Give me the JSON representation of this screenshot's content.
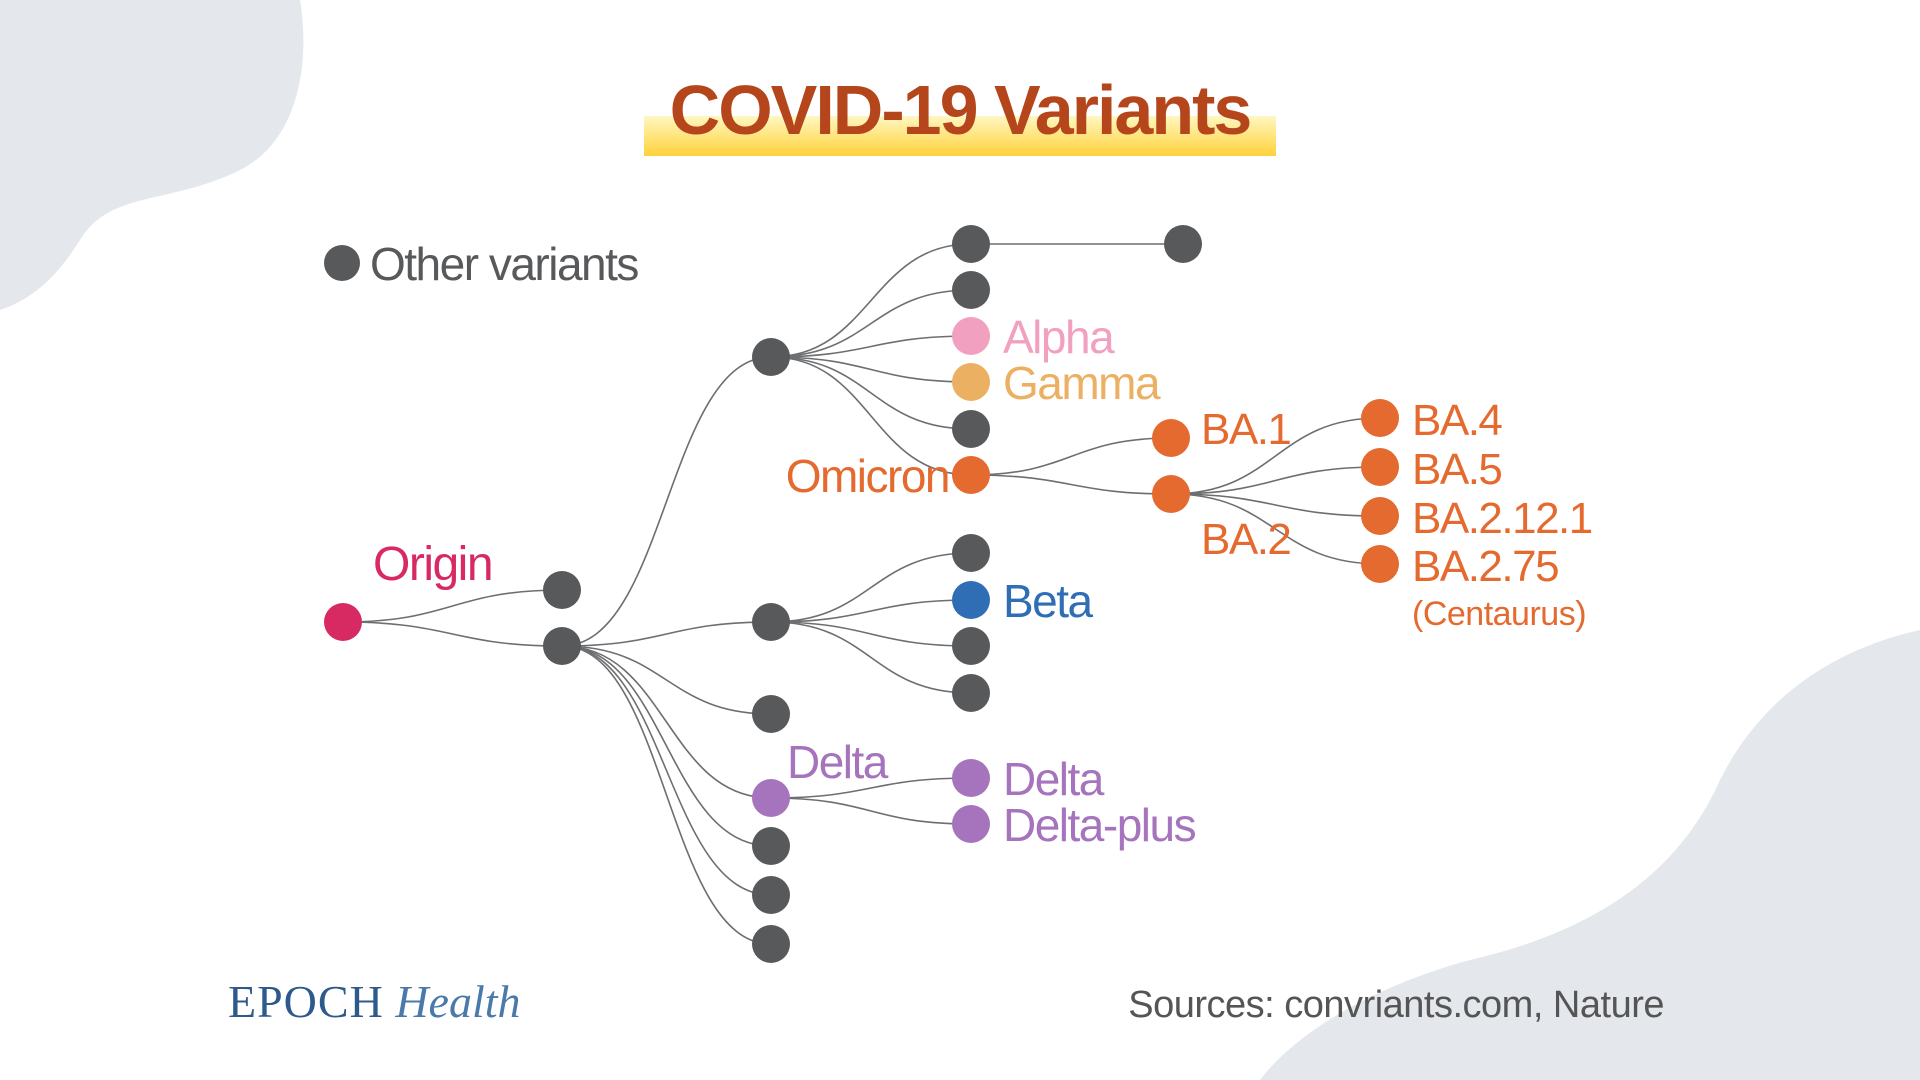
{
  "title": "COVID-19 Variants",
  "legend": {
    "label": "Other variants",
    "color": "#58595b"
  },
  "brand": {
    "part1": "EPOCH",
    "part2": "Health"
  },
  "sources": "Sources: convriants.com, Nature",
  "colors": {
    "other": "#58595b",
    "origin": "#d72a62",
    "alpha": "#f1a0c0",
    "gamma": "#ecb063",
    "omicron": "#e46a2f",
    "beta": "#2f6db5",
    "delta": "#a574bd",
    "edge": "#6d6e71",
    "background_shape": "#e4e7eb"
  },
  "nodes": [
    {
      "id": "origin",
      "color": "origin",
      "label": "Origin"
    },
    {
      "id": "n1",
      "color": "other"
    },
    {
      "id": "n2",
      "color": "other"
    },
    {
      "id": "n3",
      "color": "other"
    },
    {
      "id": "n4",
      "color": "other"
    },
    {
      "id": "n5",
      "color": "other"
    },
    {
      "id": "delta_parent",
      "color": "delta",
      "label": "Delta"
    },
    {
      "id": "n7",
      "color": "other"
    },
    {
      "id": "n8",
      "color": "other"
    },
    {
      "id": "n9",
      "color": "other"
    },
    {
      "id": "n10",
      "color": "other"
    },
    {
      "id": "n11",
      "color": "other"
    },
    {
      "id": "n12",
      "color": "other"
    },
    {
      "id": "alpha",
      "color": "alpha",
      "label": "Alpha"
    },
    {
      "id": "gamma",
      "color": "gamma",
      "label": "Gamma"
    },
    {
      "id": "n15",
      "color": "other"
    },
    {
      "id": "omicron",
      "color": "omicron",
      "label": "Omicron"
    },
    {
      "id": "n17",
      "color": "other"
    },
    {
      "id": "beta",
      "color": "beta",
      "label": "Beta"
    },
    {
      "id": "n19",
      "color": "other"
    },
    {
      "id": "n20",
      "color": "other"
    },
    {
      "id": "delta",
      "color": "delta",
      "label": "Delta"
    },
    {
      "id": "delta_plus",
      "color": "delta",
      "label": "Delta-plus"
    },
    {
      "id": "ba1",
      "color": "omicron",
      "label": "BA.1"
    },
    {
      "id": "ba2",
      "color": "omicron",
      "label": "BA.2"
    },
    {
      "id": "ba4",
      "color": "omicron",
      "label": "BA.4"
    },
    {
      "id": "ba5",
      "color": "omicron",
      "label": "BA.5"
    },
    {
      "id": "ba2121",
      "color": "omicron",
      "label": "BA.2.12.1"
    },
    {
      "id": "ba275",
      "color": "omicron",
      "label": "BA.2.75",
      "sublabel": "(Centaurus)"
    }
  ],
  "edges": [
    [
      "origin",
      "n1"
    ],
    [
      "origin",
      "n2"
    ],
    [
      "n2",
      "n3"
    ],
    [
      "n2",
      "n4"
    ],
    [
      "n2",
      "n5"
    ],
    [
      "n2",
      "delta_parent"
    ],
    [
      "n2",
      "n7"
    ],
    [
      "n2",
      "n8"
    ],
    [
      "n2",
      "n9"
    ],
    [
      "n3",
      "n11"
    ],
    [
      "n3",
      "n12"
    ],
    [
      "n3",
      "alpha"
    ],
    [
      "n3",
      "gamma"
    ],
    [
      "n3",
      "n15"
    ],
    [
      "n3",
      "omicron"
    ],
    [
      "n11",
      "n10"
    ],
    [
      "n4",
      "n17"
    ],
    [
      "n4",
      "beta"
    ],
    [
      "n4",
      "n19"
    ],
    [
      "n4",
      "n20"
    ],
    [
      "delta_parent",
      "delta"
    ],
    [
      "delta_parent",
      "delta_plus"
    ],
    [
      "omicron",
      "ba1"
    ],
    [
      "omicron",
      "ba2"
    ],
    [
      "ba2",
      "ba4"
    ],
    [
      "ba2",
      "ba5"
    ],
    [
      "ba2",
      "ba2121"
    ],
    [
      "ba2",
      "ba275"
    ]
  ]
}
